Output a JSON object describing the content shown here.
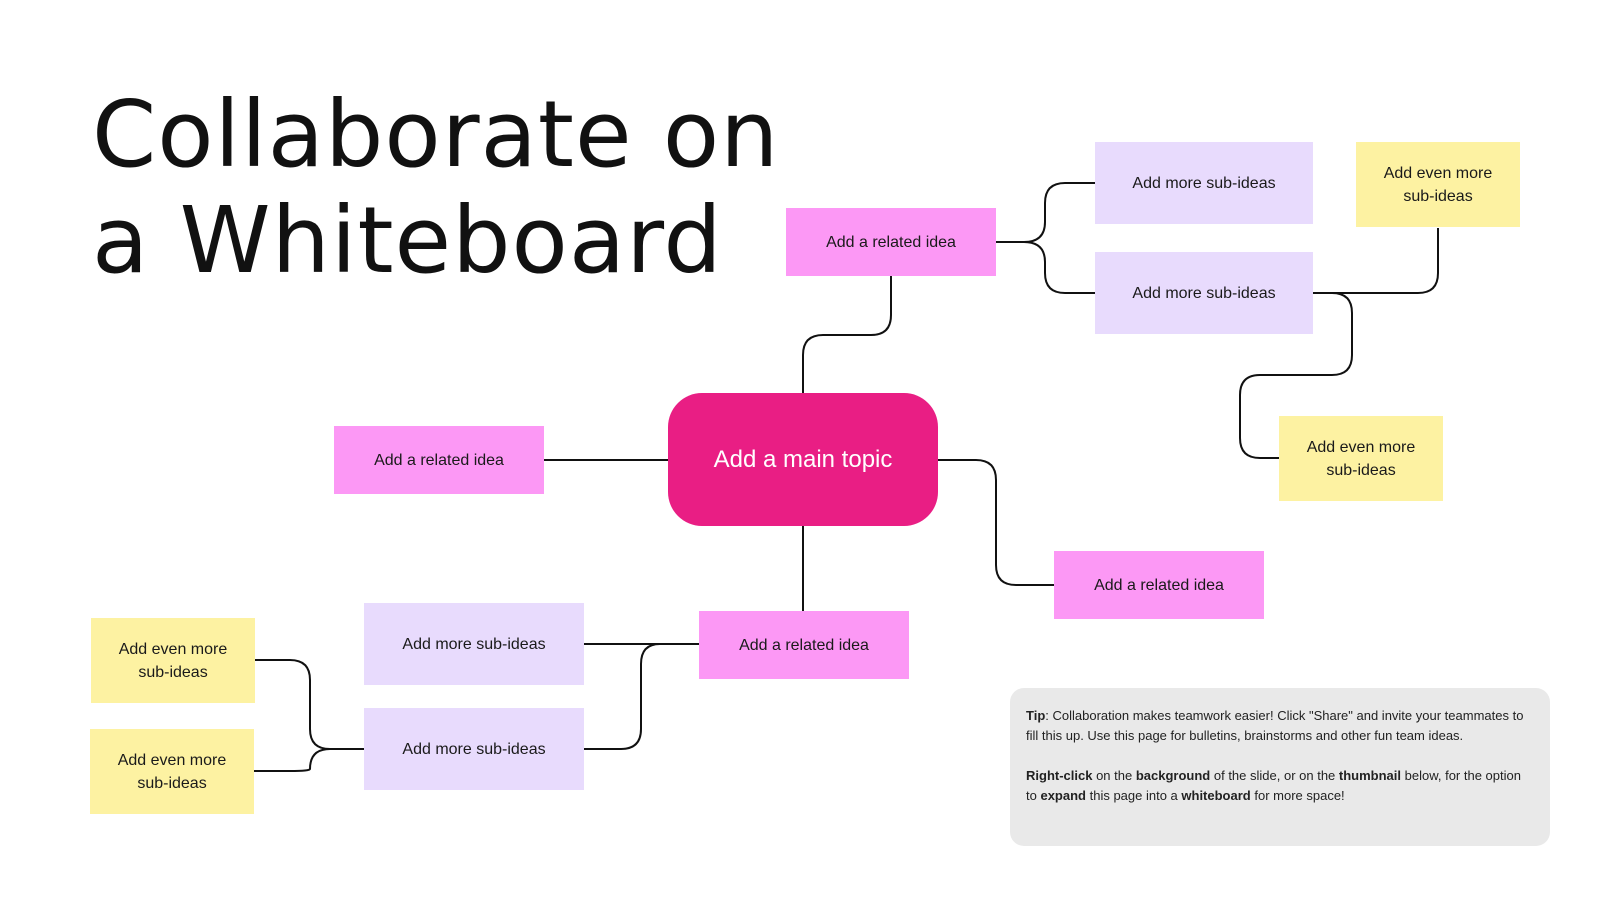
{
  "title": {
    "line1": "Collaborate on",
    "line2": "a Whiteboard"
  },
  "mindmap": {
    "main_topic": "Add a main topic",
    "related_top": "Add a related idea",
    "related_left": "Add a related idea",
    "related_right": "Add a related idea",
    "related_bottom": "Add a related idea",
    "sub_top_1": "Add more sub-ideas",
    "sub_top_2": "Add more sub-ideas",
    "sub_bottom_1": "Add more sub-ideas",
    "sub_bottom_2": "Add more sub-ideas",
    "even_top_right": "Add even more sub-ideas",
    "even_mid_right": "Add even more sub-ideas",
    "even_bottom_left_1": "Add even more sub-ideas",
    "even_bottom_left_2": "Add even more sub-ideas"
  },
  "tip": {
    "p1": [
      {
        "t": "Tip",
        "b": true
      },
      {
        "t": ": Collaboration makes teamwork easier! Click \"Share\" and invite your teammates to fill this up. Use this page for bulletins, brainstorms and other fun team ideas.",
        "b": false
      }
    ],
    "p2": [
      {
        "t": "Right-click",
        "b": true
      },
      {
        "t": " on the ",
        "b": false
      },
      {
        "t": "background",
        "b": true
      },
      {
        "t": " of the slide, or on the ",
        "b": false
      },
      {
        "t": "thumbnail",
        "b": true
      },
      {
        "t": " below, for the option to ",
        "b": false
      },
      {
        "t": "expand",
        "b": true
      },
      {
        "t": " this page into a ",
        "b": false
      },
      {
        "t": "whiteboard",
        "b": true
      },
      {
        "t": " for more space!",
        "b": false
      }
    ]
  },
  "colors": {
    "main": "#e91e84",
    "related": "#fc98f5",
    "sub": "#e8dbfd",
    "even": "#fdf2a2",
    "tip_bg": "#e9e9e9"
  }
}
